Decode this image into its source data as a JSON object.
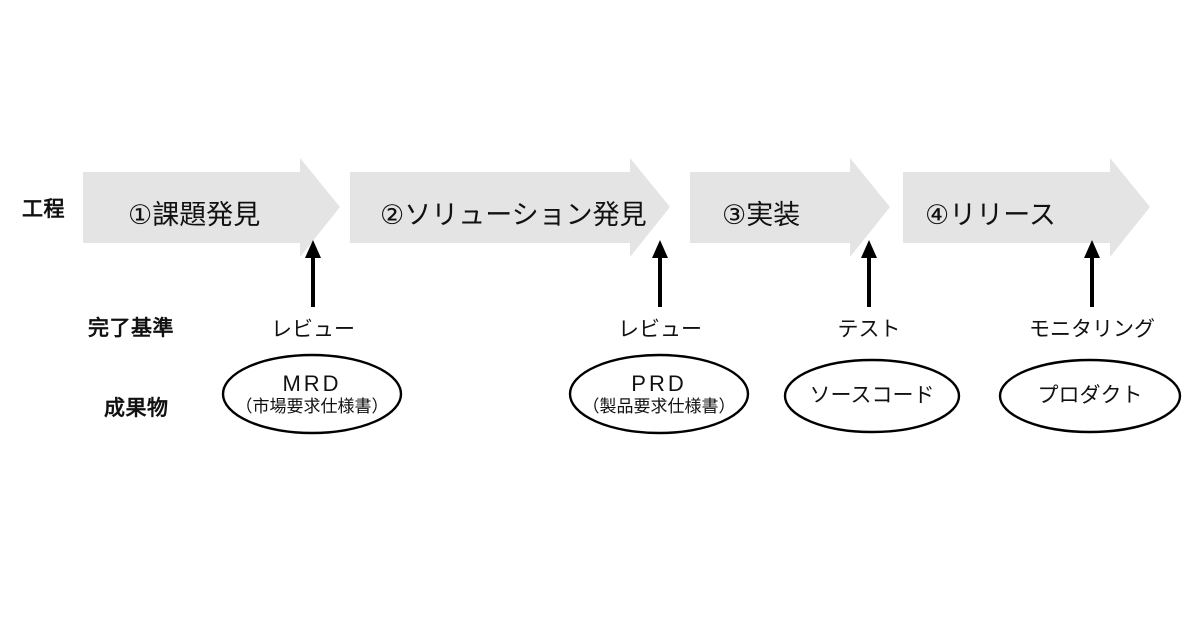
{
  "diagram": {
    "background_color": "#ffffff",
    "arrow_fill": "#e4e4e4",
    "stroke_color": "#000000",
    "row_labels": {
      "process": "工程",
      "criteria": "完了基準",
      "deliverable": "成果物"
    },
    "phases": [
      {
        "id": "phase-1",
        "label": "①課題発見"
      },
      {
        "id": "phase-2",
        "label": "②ソリューション発見"
      },
      {
        "id": "phase-3",
        "label": "③実装"
      },
      {
        "id": "phase-4",
        "label": "④リリース"
      }
    ],
    "criteria": [
      {
        "id": "criteria-1",
        "label": "レビュー"
      },
      {
        "id": "criteria-2",
        "label": "レビュー"
      },
      {
        "id": "criteria-3",
        "label": "テスト"
      },
      {
        "id": "criteria-4",
        "label": "モニタリング"
      }
    ],
    "deliverables": [
      {
        "id": "deliverable-mrd",
        "main": "MRD",
        "sub": "（市場要求仕様書）"
      },
      {
        "id": "deliverable-prd",
        "main": "PRD",
        "sub": "（製品要求仕様書）"
      },
      {
        "id": "deliverable-source-code",
        "main": "ソースコード",
        "sub": ""
      },
      {
        "id": "deliverable-product",
        "main": "プロダクト",
        "sub": ""
      }
    ]
  }
}
